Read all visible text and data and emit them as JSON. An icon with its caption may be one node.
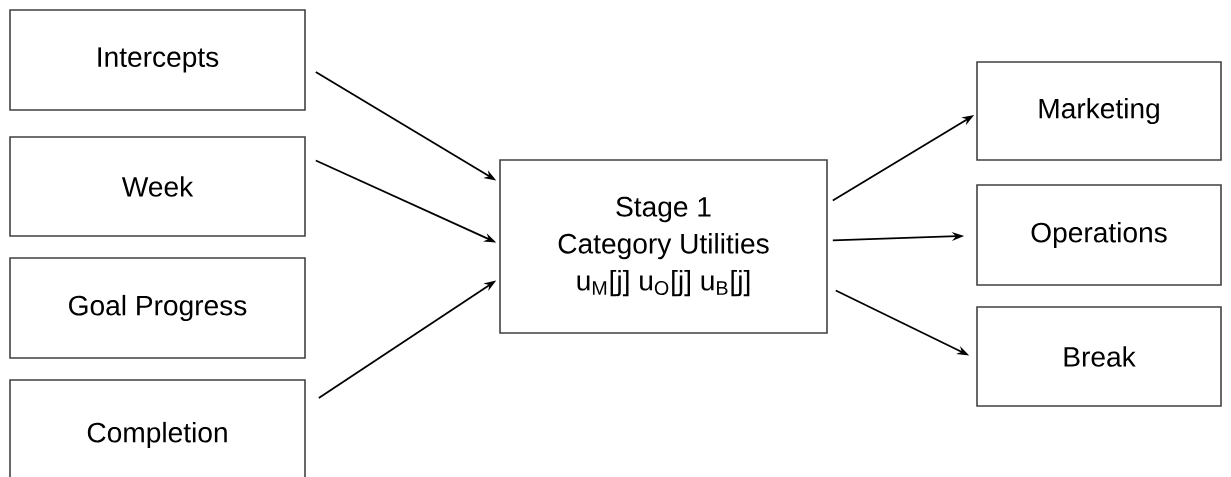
{
  "diagram": {
    "nodes": [
      {
        "text": [
          "Intercepts"
        ]
      },
      {
        "text": [
          "Week"
        ]
      },
      {
        "text": [
          "Goal Progress"
        ]
      },
      {
        "text": [
          "Completion"
        ]
      },
      {
        "text": [
          "Stage 1",
          "Category Utilities",
          "u$_{M}$[j] u$_{O}$[j] u$_{B}$[j]"
        ]
      },
      {
        "text": [
          "Marketing"
        ]
      },
      {
        "text": [
          "Operations"
        ]
      },
      {
        "text": [
          "Break"
        ]
      }
    ],
    "edges": [
      {
        "from": 0,
        "to": 4,
        "arrow": "to"
      },
      {
        "from": 1,
        "to": 4,
        "arrow": "to"
      },
      {
        "from": 3,
        "to": 4,
        "arrow": "to"
      },
      {
        "from": 4,
        "to": 5,
        "arrow": "to"
      },
      {
        "from": 4,
        "to": 6,
        "arrow": "to"
      },
      {
        "from": 4,
        "to": 7,
        "arrow": "to"
      }
    ]
  }
}
